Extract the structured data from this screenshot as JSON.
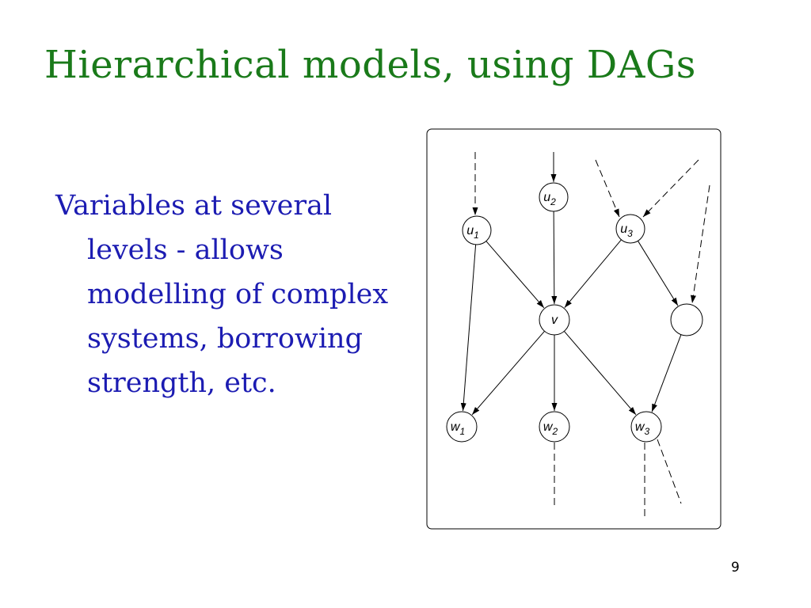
{
  "slide": {
    "title": "Hierarchical models, using DAGs",
    "title_color": "#1a7a1a",
    "body_text": "Variables at several levels - allows modelling of complex systems, borrowing strength, etc.",
    "slide_number": "9"
  },
  "diagram": {
    "nodes": [
      {
        "id": "u1",
        "letter": "u",
        "sub": "1"
      },
      {
        "id": "u2",
        "letter": "u",
        "sub": "2"
      },
      {
        "id": "u3",
        "letter": "u",
        "sub": "3"
      },
      {
        "id": "v",
        "letter": "v",
        "sub": ""
      },
      {
        "id": "blank",
        "letter": "",
        "sub": ""
      },
      {
        "id": "w1",
        "letter": "w",
        "sub": "1"
      },
      {
        "id": "w2",
        "letter": "w",
        "sub": "2"
      },
      {
        "id": "w3",
        "letter": "w",
        "sub": "3"
      }
    ],
    "edges": [
      {
        "from": "u1",
        "to": "v"
      },
      {
        "from": "u1",
        "to": "w1"
      },
      {
        "from": "u2",
        "to": "v"
      },
      {
        "from": "u3",
        "to": "v"
      },
      {
        "from": "u3",
        "to": "blank"
      },
      {
        "from": "v",
        "to": "w1"
      },
      {
        "from": "v",
        "to": "w2"
      },
      {
        "from": "v",
        "to": "w3"
      },
      {
        "from": "blank",
        "to": "w3"
      }
    ]
  }
}
